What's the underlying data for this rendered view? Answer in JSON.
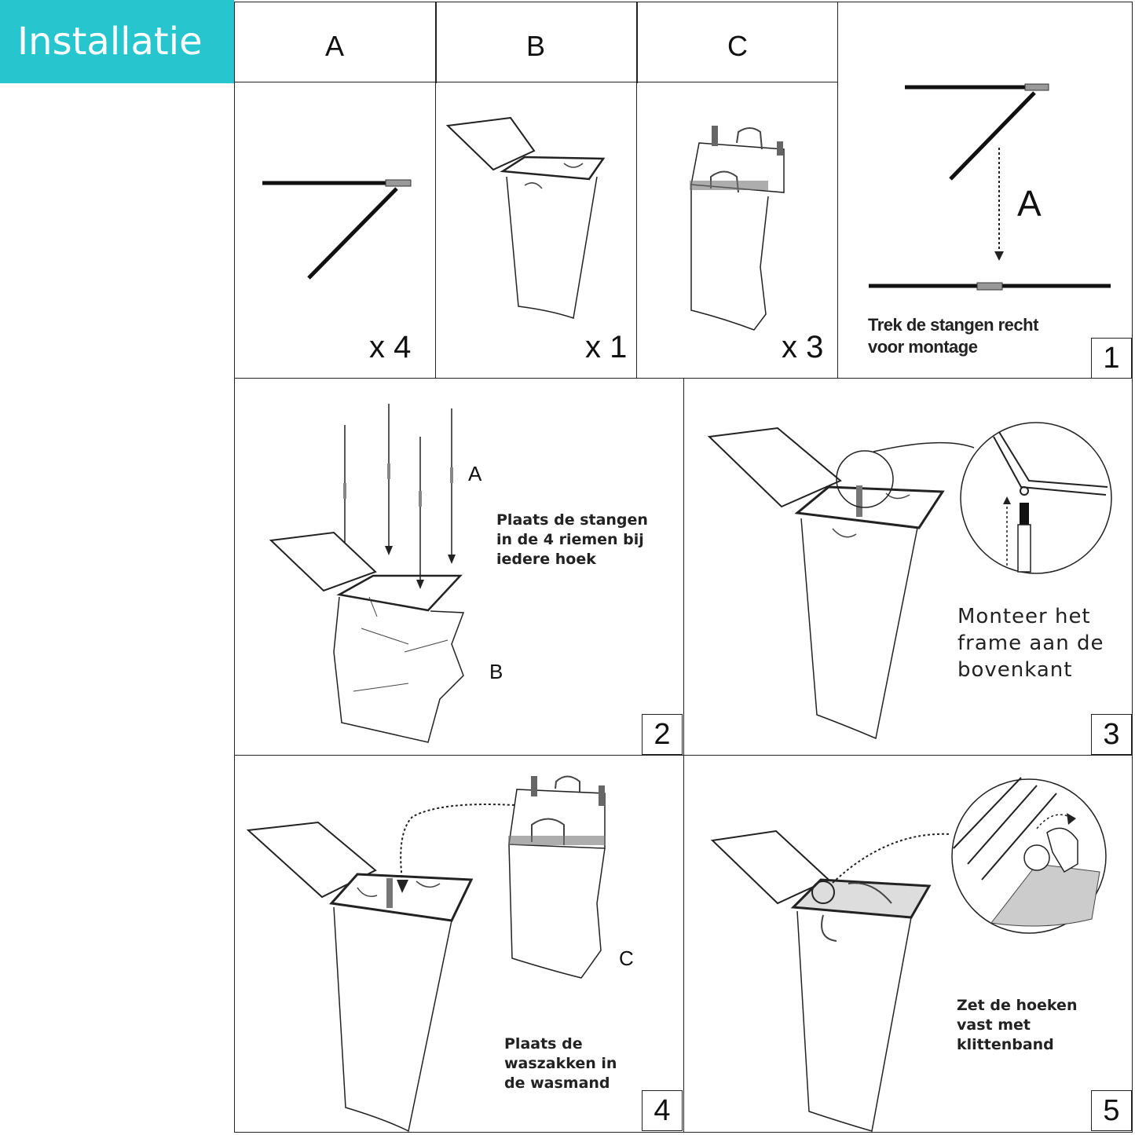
{
  "header": {
    "title": "Installatie"
  },
  "parts": [
    {
      "letter": "A",
      "quantity": "x 4"
    },
    {
      "letter": "B",
      "quantity": "x 1"
    },
    {
      "letter": "C",
      "quantity": "x 3"
    }
  ],
  "steps": [
    {
      "number": "1",
      "caption": [
        "Trek de stangen recht",
        "voor montage"
      ],
      "label": "A"
    },
    {
      "number": "2",
      "caption": [
        "Plaats de stangen",
        "in de 4 riemen bij",
        "iedere hoek"
      ],
      "label_a": "A",
      "label_b": "B"
    },
    {
      "number": "3",
      "caption": [
        "Monteer het",
        "frame aan de",
        "bovenkant"
      ]
    },
    {
      "number": "4",
      "caption": [
        "Plaats de",
        "waszakken in",
        "de wasmand"
      ],
      "label_c": "C"
    },
    {
      "number": "5",
      "caption": [
        "Zet de hoeken",
        "vast met",
        "klittenband"
      ]
    }
  ],
  "colors": {
    "accent": "#27c5cd",
    "line": "#222222",
    "fill": "#dcdcdc"
  }
}
